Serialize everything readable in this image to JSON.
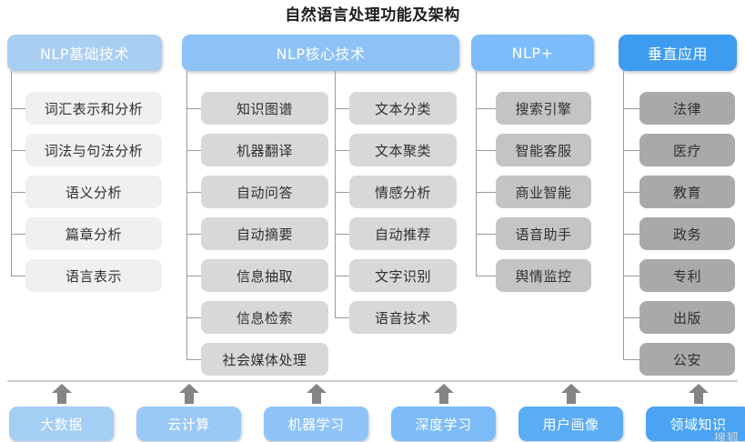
{
  "title": "自然语言处理功能及架构",
  "colors": {
    "header_col1": "#a8cef2",
    "header_col2": "#8cc2f5",
    "header_col3": "#7dbcfa",
    "header_col4": "#3d9bf0",
    "item_col1": "#f0f0f0",
    "item_col2": "#d8d8d8",
    "item_col3": "#c4c4c4",
    "item_col4": "#a9a9a9",
    "connector": "#9a9a9a",
    "arrow": "#848484",
    "separator": "#c9c9c9",
    "title_text": "#1c1c1c"
  },
  "columns": [
    {
      "id": "nlp-basic",
      "header": "NLP基础技术",
      "groups": [
        {
          "items": [
            "词汇表示和分析",
            "词法与句法分析",
            "语义分析",
            "篇章分析",
            "语言表示"
          ]
        }
      ]
    },
    {
      "id": "nlp-core",
      "header": "NLP核心技术",
      "groups": [
        {
          "items": [
            "知识图谱",
            "机器翻译",
            "自动问答",
            "自动摘要",
            "信息抽取",
            "信息检索",
            "社会媒体处理"
          ]
        },
        {
          "items": [
            "文本分类",
            "文本聚类",
            "情感分析",
            "自动推荐",
            "文字识别",
            "语音技术"
          ]
        }
      ]
    },
    {
      "id": "nlp-plus",
      "header": "NLP+",
      "groups": [
        {
          "items": [
            "搜索引擎",
            "智能客服",
            "商业智能",
            "语音助手",
            "舆情监控"
          ]
        }
      ]
    },
    {
      "id": "vertical-apps",
      "header": "垂直应用",
      "groups": [
        {
          "items": [
            "法律",
            "医疗",
            "教育",
            "政务",
            "专利",
            "出版",
            "公安"
          ]
        }
      ]
    }
  ],
  "foundation": {
    "items": [
      {
        "label": "大数据",
        "color": "#a5cef5"
      },
      {
        "label": "云计算",
        "color": "#9ac9f6"
      },
      {
        "label": "机器学习",
        "color": "#8ec4f7"
      },
      {
        "label": "深度学习",
        "color": "#7cbbf8"
      },
      {
        "label": "用户画像",
        "color": "#5aacf5"
      },
      {
        "label": "领域知识",
        "color": "#4aa3f3"
      }
    ]
  },
  "watermark": "搜狐"
}
